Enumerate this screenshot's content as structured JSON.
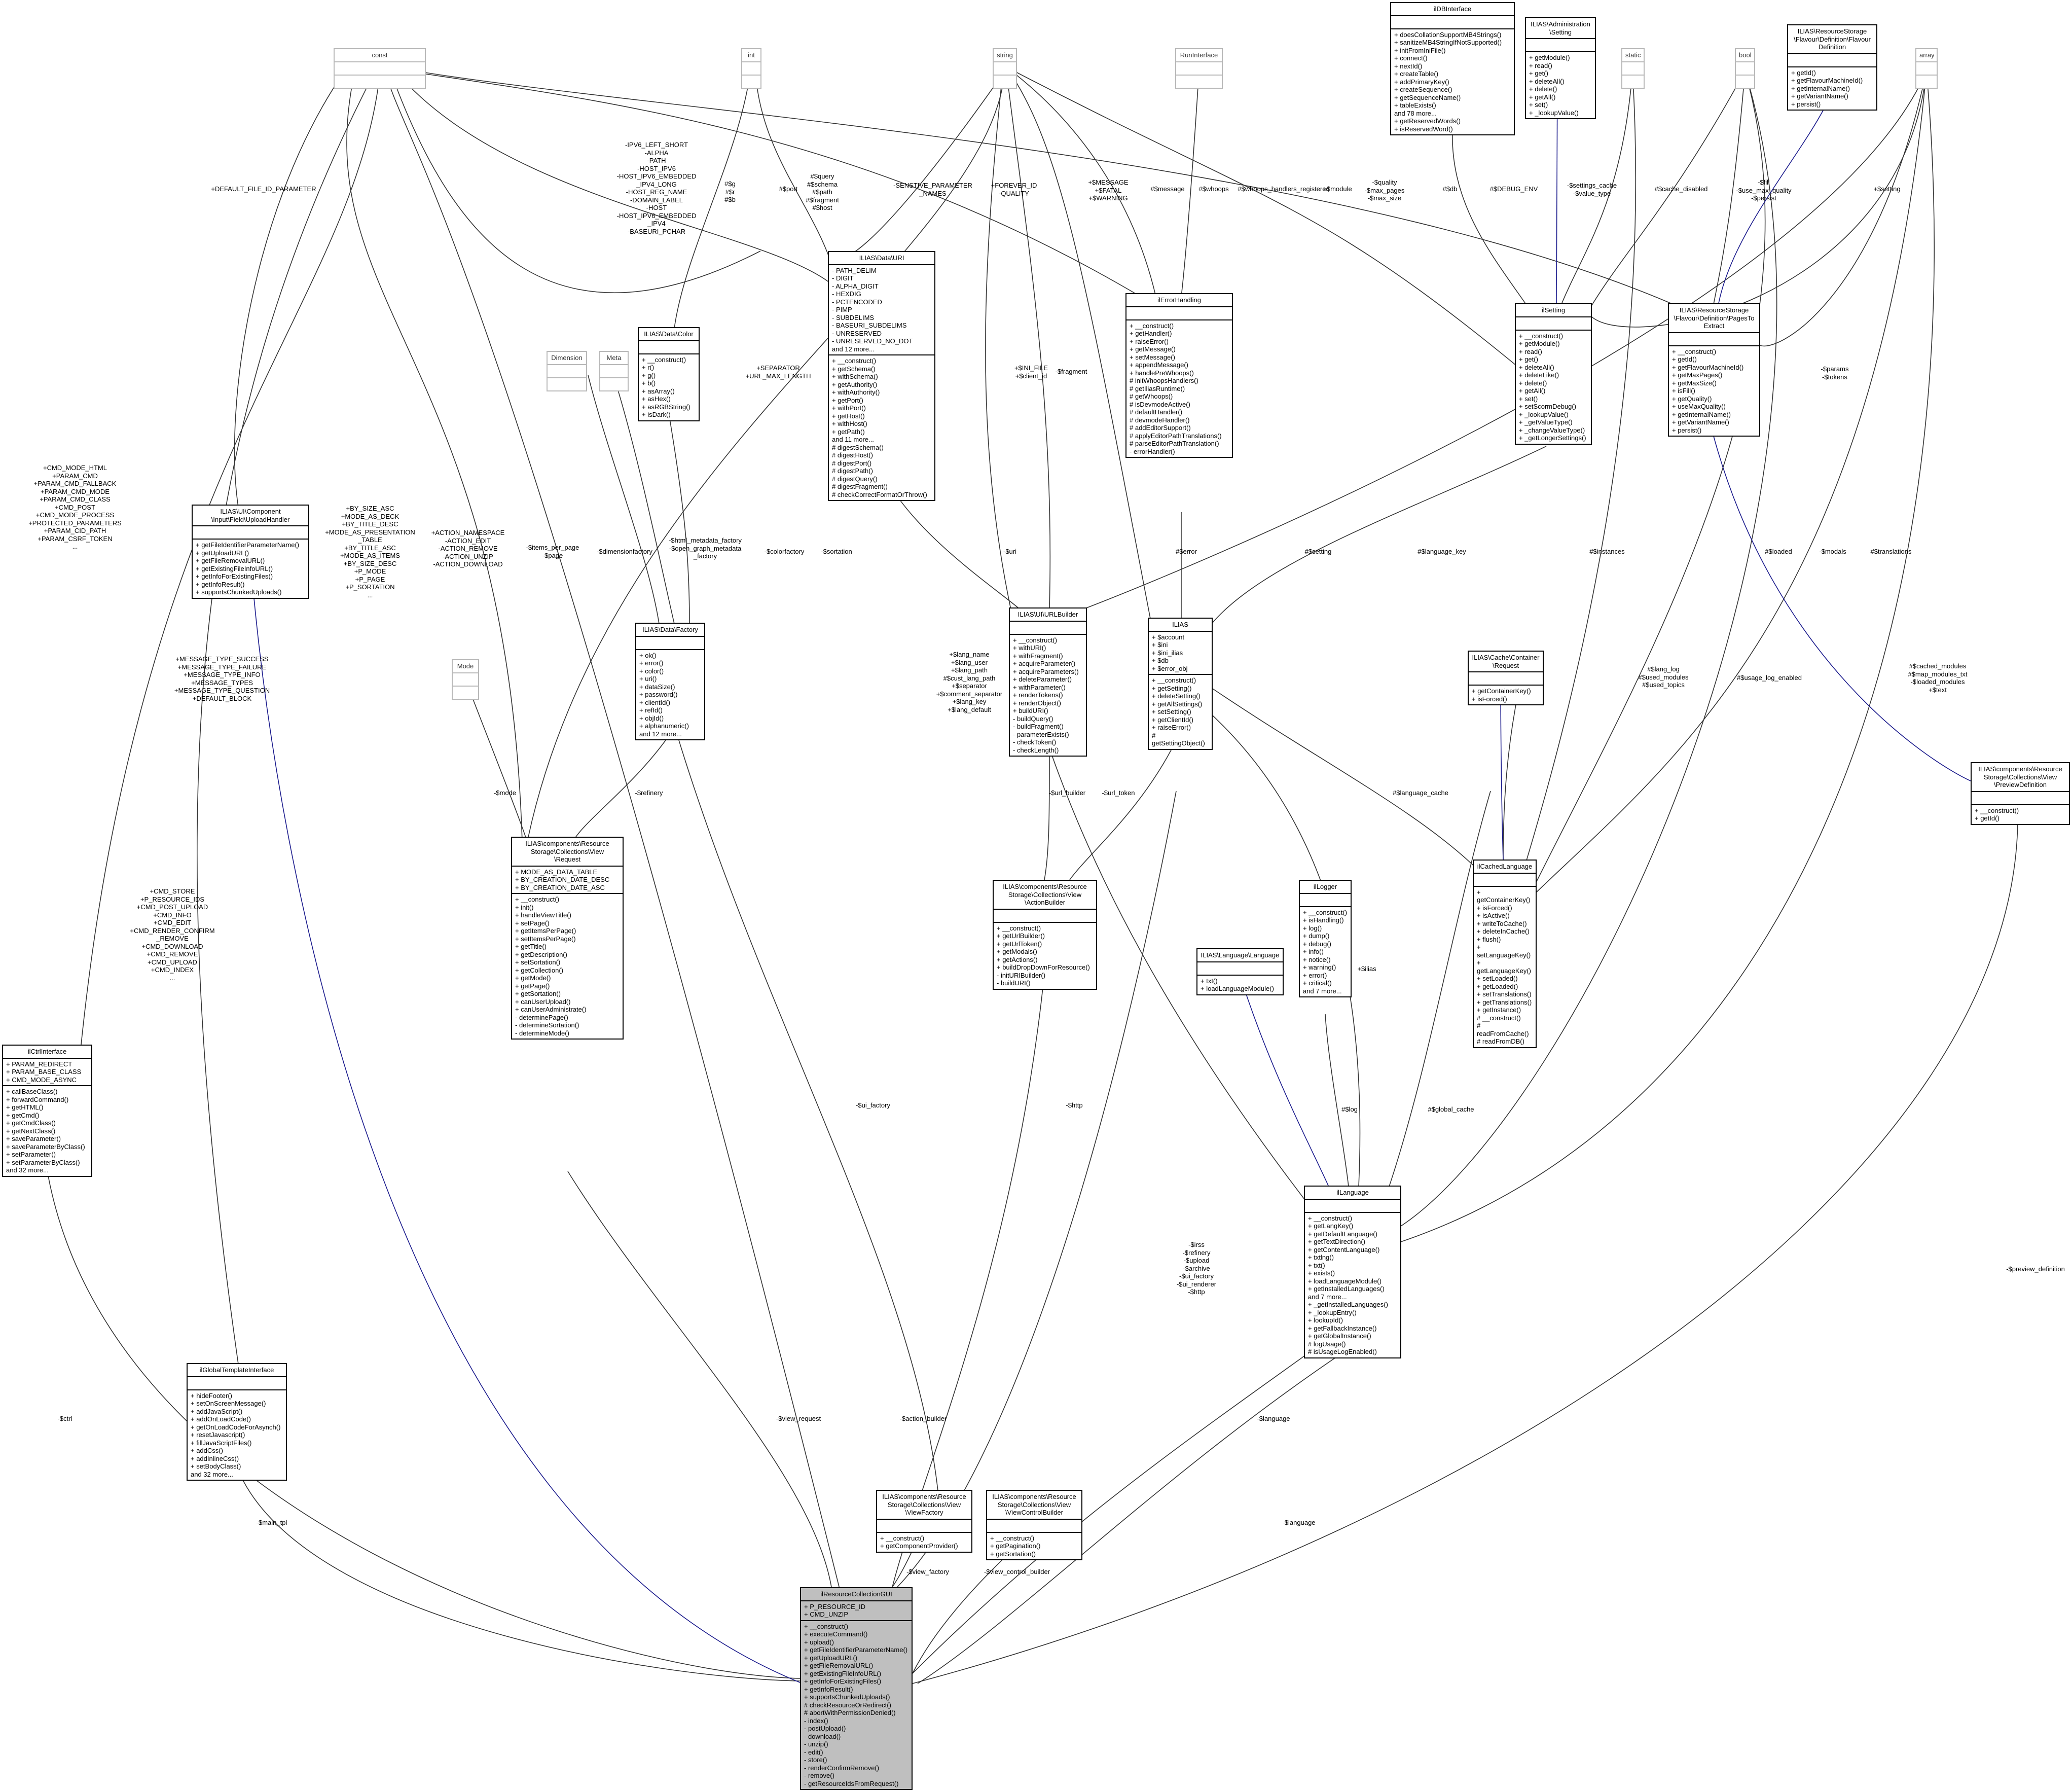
{
  "diagram": {
    "classes": {
      "const": {
        "title": "const",
        "attrs": "",
        "methods": ""
      },
      "int": {
        "title": "int",
        "attrs": "",
        "methods": ""
      },
      "string": {
        "title": "string",
        "attrs": "",
        "methods": ""
      },
      "runinterface": {
        "title": "RunInterface",
        "attrs": "",
        "methods": ""
      },
      "ildbinterface": {
        "title": "ilDBInterface",
        "attrs": "",
        "methods": "+ doesCollationSupportMB4Strings()\n+ sanitizeMB4StringIfNotSupported()\n+ initFromIniFile()\n+ connect()\n+ nextId()\n+ createTable()\n+ addPrimaryKey()\n+ createSequence()\n+ getSequenceName()\n+ tableExists()\nand 78 more...\n+ getReservedWords()\n+ isReservedWord()"
      },
      "admin_setting": {
        "title": "ILIAS\\Administration\n\\Setting",
        "attrs": "",
        "methods": "+ getModule()\n+ read()\n+ get()\n+ deleteAll()\n+ delete()\n+ getAll()\n+ set()\n+ _lookupValue()"
      },
      "static": {
        "title": "static",
        "attrs": "",
        "methods": ""
      },
      "bool": {
        "title": "bool",
        "attrs": "",
        "methods": ""
      },
      "flavour_definition": {
        "title": "ILIAS\\ResourceStorage\n\\Flavour\\Definition\\Flavour\nDefinition",
        "attrs": "",
        "methods": "+ getId()\n+ getFlavourMachineId()\n+ getInternalName()\n+ getVariantName()\n+ persist()"
      },
      "array": {
        "title": "array",
        "attrs": "",
        "methods": ""
      },
      "uri": {
        "title": "ILIAS\\Data\\URI",
        "attrs": "- PATH_DELIM\n- DIGIT\n- ALPHA_DIGIT\n- HEXDIG\n- PCTENCODED\n- PIMP\n- SUBDELIMS\n- BASEURI_SUBDELIMS\n- UNRESERVED\n- UNRESERVED_NO_DOT\nand 12 more...",
        "methods": "+ __construct()\n+ getSchema()\n+ withSchema()\n+ getAuthority()\n+ withAuthority()\n+ getPort()\n+ withPort()\n+ getHost()\n+ withHost()\n+ getPath()\nand 11 more...\n# digestSchema()\n# digestHost()\n# digestPort()\n# digestPath()\n# digestQuery()\n# digestFragment()\n# checkCorrectFormatOrThrow()"
      },
      "color": {
        "title": "ILIAS\\Data\\Color",
        "attrs": "",
        "methods": "+ __construct()\n+ r()\n+ g()\n+ b()\n+ asArray()\n+ asHex()\n+ asRGBString()\n+ isDark()"
      },
      "dimension": {
        "title": "Dimension",
        "attrs": "",
        "methods": ""
      },
      "meta": {
        "title": "Meta",
        "attrs": "",
        "methods": ""
      },
      "errorhandling": {
        "title": "ilErrorHandling",
        "attrs": "",
        "methods": "+ __construct()\n+ getHandler()\n+ raiseError()\n+ getMessage()\n+ setMessage()\n+ appendMessage()\n+ handlePreWhoops()\n# initWhoopsHandlers()\n# getIliasRuntime()\n# getWhoops()\n# isDevmodeActive()\n# defaultHandler()\n# devmodeHandler()\n# addEditorSupport()\n# applyEditorPathTranslations()\n# parseEditorPathTranslation()\n- errorHandler()"
      },
      "ilsetting": {
        "title": "ilSetting",
        "attrs": "",
        "methods": "+ __construct()\n+ getModule()\n+ read()\n+ get()\n+ deleteAll()\n+ deleteLike()\n+ delete()\n+ getAll()\n+ set()\n+ setScormDebug()\n+ _lookupValue()\n+ _getValueType()\n+ _changeValueType()\n+ _getLongerSettings()"
      },
      "pages_to_extract": {
        "title": "ILIAS\\ResourceStorage\n\\Flavour\\Definition\\PagesTo\nExtract",
        "attrs": "",
        "methods": "+ __construct()\n+ getId()\n+ getFlavourMachineId()\n+ getMaxPages()\n+ getMaxSize()\n+ isFill()\n+ getQuality()\n+ useMaxQuality()\n+ getInternalName()\n+ getVariantName()\n+ persist()"
      },
      "upload_handler": {
        "title": "ILIAS\\UI\\Component\n\\Input\\Field\\UploadHandler",
        "attrs": "",
        "methods": "+ getFileIdentifierParameterName()\n+ getUploadURL()\n+ getFileRemovalURL()\n+ getExistingFileInfoURL()\n+ getInfoForExistingFiles()\n+ getInfoResult()\n+ supportsChunkedUploads()"
      },
      "data_factory": {
        "title": "ILIAS\\Data\\Factory",
        "attrs": "",
        "methods": "+ ok()\n+ error()\n+ color()\n+ uri()\n+ dataSize()\n+ password()\n+ clientId()\n+ refId()\n+ objId()\n+ alphanumeric()\nand 12 more..."
      },
      "urlbuilder": {
        "title": "ILIAS\\UI\\URLBuilder",
        "attrs": "",
        "methods": "+ __construct()\n+ withURI()\n+ withFragment()\n+ acquireParameter()\n+ acquireParameters()\n+ deleteParameter()\n+ withParameter()\n+ renderTokens()\n+ renderObject()\n+ buildURI()\n- buildQuery()\n- buildFragment()\n- parameterExists()\n- checkToken()\n- checkLength()"
      },
      "ilias": {
        "title": "ILIAS",
        "attrs": "+ $account\n+ $ini\n+ $ini_ilias\n+ $db\n+ $error_obj",
        "methods": "+ __construct()\n+ getSetting()\n+ deleteSetting()\n+ getAllSettings()\n+ setSetting()\n+ getClientId()\n+ raiseError()\n# getSettingObject()"
      },
      "cache_request": {
        "title": "ILIAS\\Cache\\Container\n\\Request",
        "attrs": "",
        "methods": "+ getContainerKey()\n+ isForced()"
      },
      "preview_definition": {
        "title": "ILIAS\\components\\Resource\nStorage\\Collections\\View\n\\PreviewDefinition",
        "attrs": "",
        "methods": "+ __construct()\n+ getId()"
      },
      "mode": {
        "title": "Mode",
        "attrs": "",
        "methods": ""
      },
      "view_request": {
        "title": "ILIAS\\components\\Resource\nStorage\\Collections\\View\n\\Request",
        "attrs": "+ MODE_AS_DATA_TABLE\n+ BY_CREATION_DATE_DESC\n+ BY_CREATION_DATE_ASC",
        "methods": "+ __construct()\n+ init()\n+ handleViewTitle()\n+ setPage()\n+ getItemsPerPage()\n+ setItemsPerPage()\n+ getTitle()\n+ getDescription()\n+ setSortation()\n+ getCollection()\n+ getMode()\n+ getPage()\n+ getSortation()\n+ canUserUpload()\n+ canUserAdministrate()\n- determinePage()\n- determineSortation()\n- determineMode()"
      },
      "action_builder": {
        "title": "ILIAS\\components\\Resource\nStorage\\Collections\\View\n\\ActionBuilder",
        "attrs": "",
        "methods": "+ __construct()\n+ getUrlBuilder()\n+ getUrlToken()\n+ getModals()\n+ getActions()\n+ buildDropDownForResource()\n- initURIBuilder()\n- buildURI()"
      },
      "cachedlanguage": {
        "title": "ilCachedLanguage",
        "attrs": "",
        "methods": "+ getContainerKey()\n+ isForced()\n+ isActive()\n+ writeToCache()\n+ deleteInCache()\n+ flush()\n+ setLanguageKey()\n+ getLanguageKey()\n+ setLoaded()\n+ getLoaded()\n+ setTranslations()\n+ getTranslations()\n+ getInstance()\n# __construct()\n# readFromCache()\n# readFromDB()"
      },
      "illogger": {
        "title": "ilLogger",
        "attrs": "",
        "methods": "+ __construct()\n+ isHandling()\n+ log()\n+ dump()\n+ debug()\n+ info()\n+ notice()\n+ warning()\n+ error()\n+ critical()\nand 7 more..."
      },
      "lang_language": {
        "title": "ILIAS\\Language\\Language",
        "attrs": "",
        "methods": "+ txt()\n+ loadLanguageModule()"
      },
      "ctrlinterface": {
        "title": "ilCtrlInterface",
        "attrs": "+ PARAM_REDIRECT\n+ PARAM_BASE_CLASS\n+ CMD_MODE_ASYNC",
        "methods": "+ callBaseClass()\n+ forwardCommand()\n+ getHTML()\n+ getCmd()\n+ getCmdClass()\n+ getNextClass()\n+ saveParameter()\n+ saveParameterByClass()\n+ setParameter()\n+ setParameterByClass()\nand 32 more..."
      },
      "illanguage": {
        "title": "ilLanguage",
        "attrs": "",
        "methods": "+ __construct()\n+ getLangKey()\n+ getDefaultLanguage()\n+ getTextDirection()\n+ getContentLanguage()\n+ txtlng()\n+ txt()\n+ exists()\n+ loadLanguageModule()\n+ getInstalledLanguages()\nand 7 more...\n+ _getInstalledLanguages()\n+ _lookupEntry()\n+ lookupId()\n+ getFallbackInstance()\n+ getGlobalInstance()\n# logUsage()\n# isUsageLogEnabled()"
      },
      "global_template": {
        "title": "ilGlobalTemplateInterface",
        "attrs": "",
        "methods": "+ hideFooter()\n+ setOnScreenMessage()\n+ addJavaScript()\n+ addOnLoadCode()\n+ getOnLoadCodeForAsynch()\n+ resetJavascript()\n+ fillJavaScriptFiles()\n+ addCss()\n+ addInlineCss()\n+ setBodyClass()\nand 32 more..."
      },
      "view_factory": {
        "title": "ILIAS\\components\\Resource\nStorage\\Collections\\View\n\\ViewFactory",
        "attrs": "",
        "methods": "+ __construct()\n+ getComponentProvider()"
      },
      "view_control_builder": {
        "title": "ILIAS\\components\\Resource\nStorage\\Collections\\View\n\\ViewControlBuilder",
        "attrs": "",
        "methods": "+ __construct()\n+ getPagination()\n+ getSortation()"
      },
      "collection_gui": {
        "title": "ilResourceCollectionGUI",
        "attrs": "+ P_RESOURCE_ID\n+ CMD_UNZIP",
        "methods": "+ __construct()\n+ executeCommand()\n+ upload()\n+ getFileIdentifierParameterName()\n+ getUploadURL()\n+ getFileRemovalURL()\n+ getExistingFileInfoURL()\n+ getInfoForExistingFiles()\n+ getInfoResult()\n+ supportsChunkedUploads()\n# checkResourceOrRedirect()\n# abortWithPermissionDenied()\n- index()\n- postUpload()\n- download()\n- unzip()\n- edit()\n- store()\n- renderConfirmRemove()\n- remove()\n- getResourceIdsFromRequest()"
      }
    },
    "edge_labels": {
      "ipv6_consts": "-IPV6_LEFT_SHORT\n-ALPHA\n-PATH\n-HOST_IPV6\n-HOST_IPV6_EMBEDDED\n_IPV4_LONG\n-HOST_REG_NAME\n-DOMAIN_LABEL\n-HOST\n-HOST_IPV6_EMBEDDED\n_IPV4\n-BASEURI_PCHAR",
      "gbr": "#$g\n#$r\n#$b",
      "port": "#$port",
      "query": "#$query\n#$schema\n#$path\n#$fragment\n#$host",
      "sensitive": "-SENSTIVE_PARAMETER\n_NAMES",
      "forever": "+FOREVER_ID\n-QUALITY",
      "fatal": "+$MESSAGE\n+$FATAL\n+$WARNING",
      "message": "#$message",
      "whoops": "#$whoops",
      "whoops_reg": "#$whoops_handlers_registered",
      "module": "+$module",
      "quality": "-$quality\n-$max_pages\n-$max_size",
      "db": "#$db",
      "debug_env": "#$DEBUG_ENV",
      "settings_cache": "-$settings_cache\n-$value_type",
      "cache_disabled": "#$cache_disabled",
      "fill": "-$fill\n-$use_max_quality\n-$persist",
      "setting_plus": "+$setting",
      "default_file_id": "+DEFAULT_FILE_ID_PARAMETER",
      "separator": "+SEPARATOR\n+URL_MAX_LENGTH",
      "ini_file": "+$INI_FILE\n+$client_id",
      "fragment": "-$fragment",
      "cmd_consts": "+CMD_MODE_HTML\n+PARAM_CMD\n+PARAM_CMD_FALLBACK\n+PARAM_CMD_MODE\n+PARAM_CMD_CLASS\n+CMD_POST\n+CMD_MODE_PROCESS\n+PROTECTED_PARAMETERS\n+PARAM_CID_PATH\n+PARAM_CSRF_TOKEN\n...",
      "by_size": "+BY_SIZE_ASC\n+MODE_AS_DECK\n+BY_TITLE_DESC\n+MODE_AS_PRESENTATION\n_TABLE\n+BY_TITLE_ASC\n+MODE_AS_ITEMS\n+BY_SIZE_DESC\n+P_MODE\n+P_PAGE\n+P_SORTATION\n...",
      "action_ns": "+ACTION_NAMESPACE\n-ACTION_EDIT\n-ACTION_REMOVE\n-ACTION_UNZIP\n-ACTION_DOWNLOAD",
      "items_per_page": "-$items_per_page\n-$page",
      "dimensionfactory": "-$dimensionfactory",
      "html_meta": "-$html_metadata_factory\n-$open_graph_metadata\n_factory",
      "colorfactory": "-$colorfactory",
      "sortation": "-$sortation",
      "uri": "-$uri",
      "error": "#$error",
      "setting_hash": "#$setting",
      "language_key": "#$language_key",
      "instances": "#$instances",
      "loaded": "#$loaded",
      "modals": "-$modals",
      "translations": "#$translations",
      "params": "-$params\n-$tokens",
      "message_types": "+MESSAGE_TYPE_SUCCESS\n+MESSAGE_TYPE_FAILURE\n+MESSAGE_TYPE_INFO\n+MESSAGE_TYPES\n+MESSAGE_TYPE_QUESTION\n+DEFAULT_BLOCK",
      "lang_name": "+$lang_name\n+$lang_user\n+$lang_path\n#$cust_lang_path\n+$separator\n+$comment_separator\n+$lang_key\n+$lang_default",
      "lang_log": "#$lang_log\n#$used_modules\n#$used_topics",
      "usage_log": "#$usage_log_enabled",
      "cached_modules": "#$cached_modules\n#$map_modules_txt\n-$loaded_modules\n+$text",
      "mode": "-$mode",
      "refinery_small": "-$refinery",
      "url_builder": "-$url_builder",
      "url_token": "-$url_token",
      "language_cache": "#$language_cache",
      "ilias_plus": "+$ilias",
      "cmd_store": "+CMD_STORE\n+P_RESOURCE_IDS\n+CMD_POST_UPLOAD\n+CMD_INFO\n+CMD_EDIT\n+CMD_RENDER_CONFIRM\n_REMOVE\n+CMD_DOWNLOAD\n+CMD_REMOVE\n+CMD_UPLOAD\n+CMD_INDEX\n...",
      "ui_factory": "-$ui_factory",
      "http_small": "-$http",
      "log": "#$log",
      "global_cache": "#$global_cache",
      "irss": "-$irss\n-$refinery\n-$upload\n-$archive\n-$ui_factory\n-$ui_renderer\n-$http",
      "ctrl": "-$ctrl",
      "main_tpl": "-$main_tpl",
      "view_request": "-$view_request",
      "action_builder": "-$action_builder",
      "language_a": "-$language",
      "language_b": "-$language",
      "preview_definition": "-$preview_definition",
      "view_factory": "-$view_factory",
      "view_control_builder": "-$view_control_builder"
    }
  }
}
